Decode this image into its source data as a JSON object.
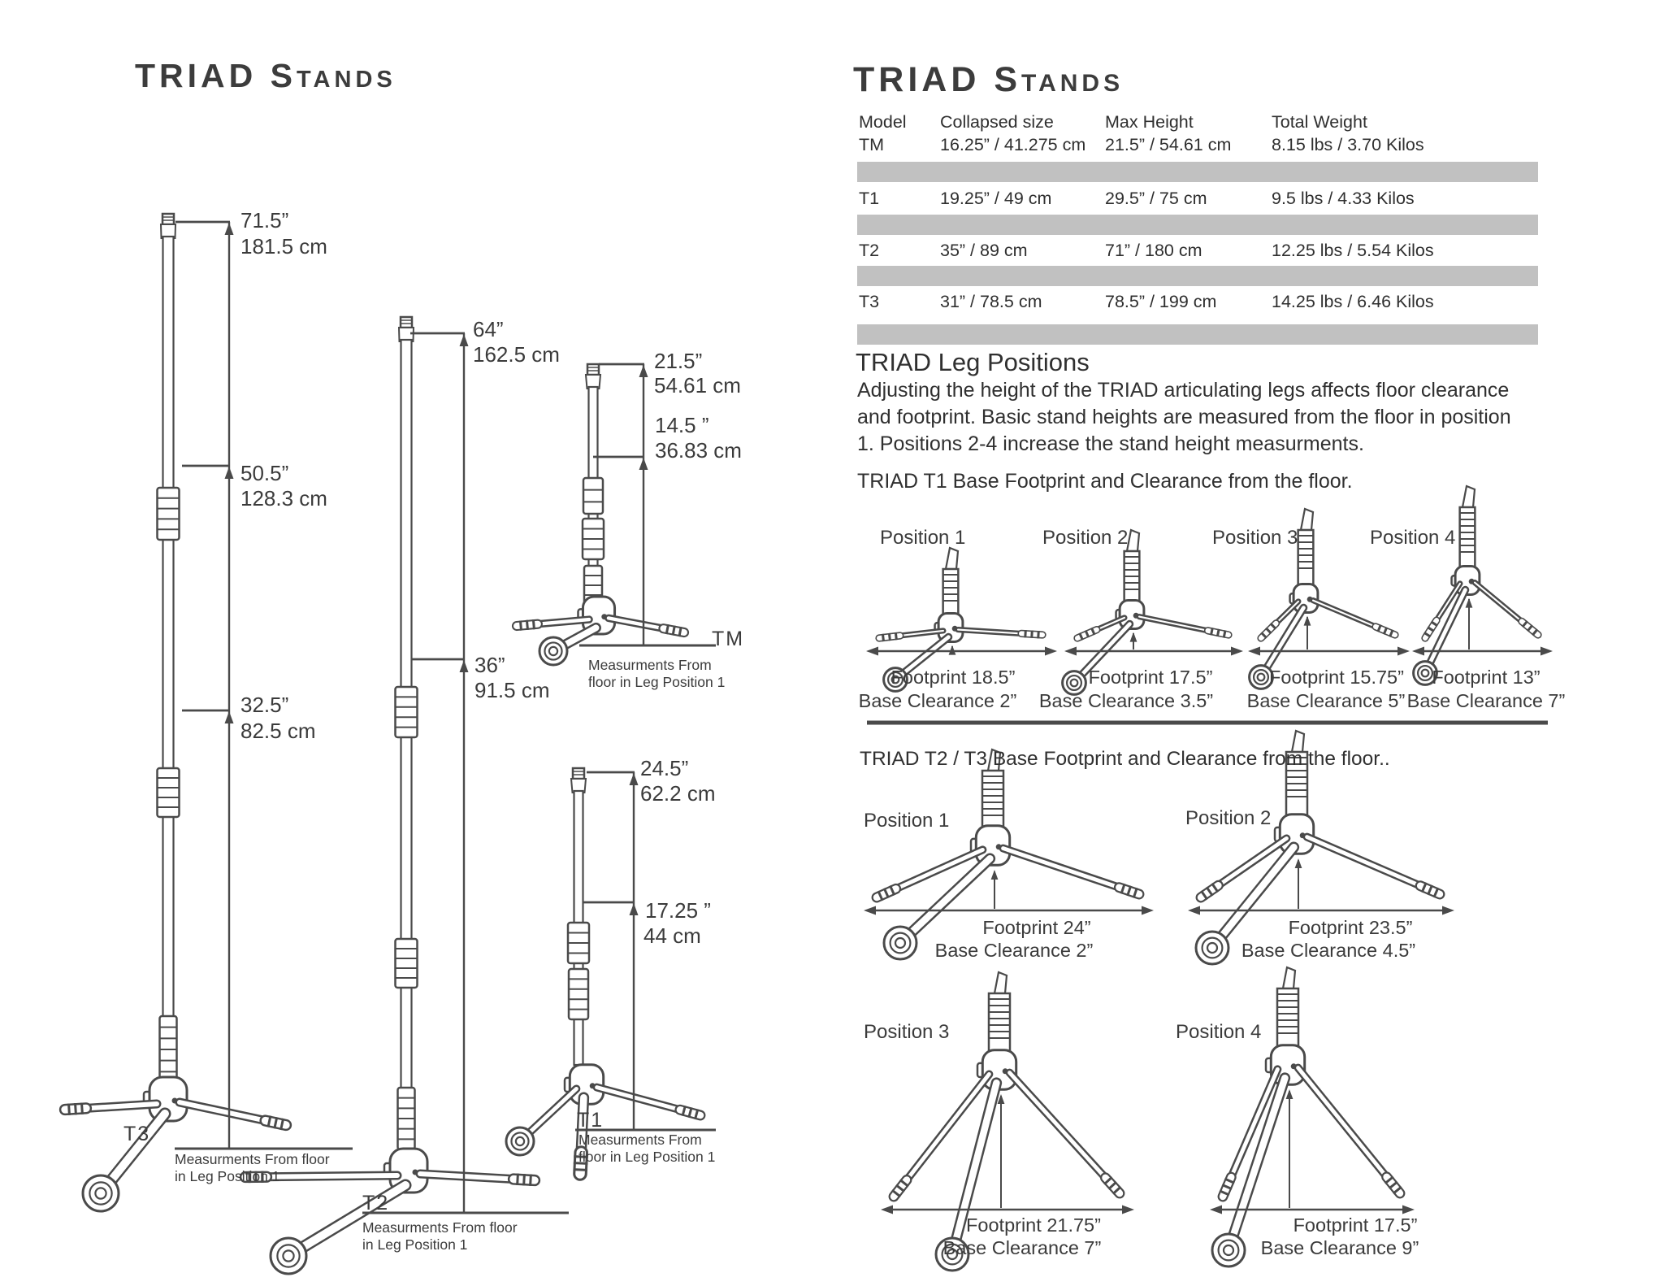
{
  "colors": {
    "line": "#4a4a4a",
    "text": "#3a3a3a",
    "gray_bar": "#c1c1c1"
  },
  "left": {
    "title": "TRIAD Stands",
    "t3": {
      "d1_in": "71.5”",
      "d1_cm": "181.5 cm",
      "d2_in": "50.5”",
      "d2_cm": "128.3 cm",
      "d3_in": "32.5”",
      "d3_cm": "82.5 cm",
      "label": "T3",
      "cap1": "Measurments From floor",
      "cap2": "in Leg Position 1"
    },
    "t2": {
      "d1_in": "64”",
      "d1_cm": "162.5 cm",
      "d2_in": "36”",
      "d2_cm": "91.5 cm",
      "label": "T2",
      "cap1": "Measurments From floor",
      "cap2": "in Leg Position 1"
    },
    "tm": {
      "d1_in": "21.5”",
      "d1_cm": "54.61 cm",
      "d2_in": "14.5 ”",
      "d2_cm": "36.83 cm",
      "label": "TM",
      "cap1": "Measurments From",
      "cap2": "floor in Leg Position 1"
    },
    "t1": {
      "d1_in": "24.5”",
      "d1_cm": "62.2 cm",
      "d2_in": "17.25 ”",
      "d2_cm": "44 cm",
      "label": "T1",
      "cap1": "Measurments From",
      "cap2": "floor in Leg Position 1"
    }
  },
  "right": {
    "title": "TRIAD Stands",
    "table": {
      "headers": [
        "Model",
        "Collapsed size",
        "Max Height",
        "Total Weight"
      ],
      "rows": [
        {
          "model": "TM",
          "collapsed": "16.25” / 41.275 cm",
          "max_height": "21.5” / 54.61 cm",
          "weight": "8.15 lbs / 3.70 Kilos"
        },
        {
          "model": "T1",
          "collapsed": "19.25” / 49 cm",
          "max_height": "29.5” / 75 cm",
          "weight": "9.5 lbs / 4.33 Kilos"
        },
        {
          "model": "T2",
          "collapsed": "35” / 89 cm",
          "max_height": "71” / 180 cm",
          "weight": "12.25 lbs / 5.54 Kilos"
        },
        {
          "model": "T3",
          "collapsed": "31” / 78.5 cm",
          "max_height": "78.5” / 199 cm",
          "weight": "14.25 lbs / 6.46 Kilos"
        }
      ]
    },
    "leg": {
      "heading": "TRIAD Leg Positions",
      "body": [
        "Adjusting the height of the TRIAD articulating legs affects floor clearance",
        "and footprint. Basic stand heights are measured from the floor in position",
        "1. Positions 2-4 increase the stand height measurments."
      ],
      "t1_caption": "TRIAD T1 Base Footprint and Clearance from the floor.",
      "t1_positions": [
        {
          "label": "Position 1",
          "footprint": "Footprint 18.5”",
          "clearance": "Base Clearance 2”"
        },
        {
          "label": "Position 2",
          "footprint": "Footprint 17.5”",
          "clearance": "Base Clearance 3.5”"
        },
        {
          "label": "Position 3",
          "footprint": "Footprint 15.75”",
          "clearance": "Base Clearance 5”"
        },
        {
          "label": "Position 4",
          "footprint": "Footprint 13”",
          "clearance": "Base Clearance 7”"
        }
      ],
      "t2t3_caption": "TRIAD T2 / T3 Base Footprint and Clearance from the floor..",
      "t2t3_positions": [
        {
          "label": "Position 1",
          "footprint": "Footprint 24”",
          "clearance": "Base Clearance 2”"
        },
        {
          "label": "Position 2",
          "footprint": "Footprint 23.5”",
          "clearance": "Base Clearance 4.5”"
        },
        {
          "label": "Position 3",
          "footprint": "Footprint 21.75”",
          "clearance": "Base Clearance 7”"
        },
        {
          "label": "Position 4",
          "footprint": "Footprint 17.5”",
          "clearance": "Base Clearance 9”"
        }
      ]
    }
  }
}
